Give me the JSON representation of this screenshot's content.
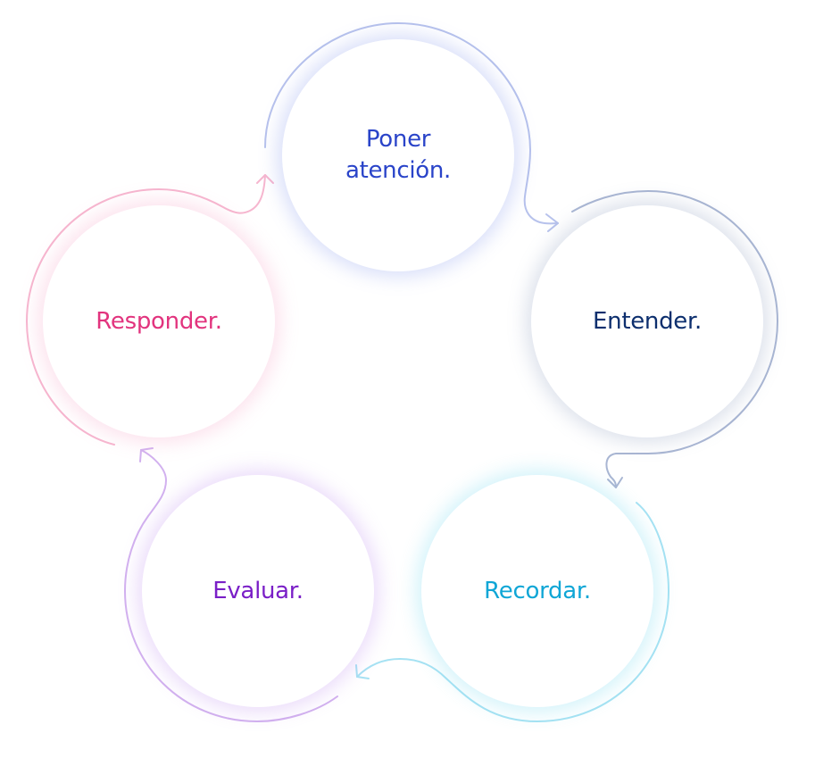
{
  "nodes": [
    {
      "id": "poner-atencion",
      "label": "Poner\natención.",
      "color": "#2a44c9",
      "ring": "#b7c2ec"
    },
    {
      "id": "entender",
      "label": "Entender.",
      "color": "#0d2f6e",
      "ring": "#a9b6d3"
    },
    {
      "id": "recordar",
      "label": "Recordar.",
      "color": "#0fa6d6",
      "ring": "#a6e2f3"
    },
    {
      "id": "evaluar",
      "label": "Evaluar.",
      "color": "#7a1fc7",
      "ring": "#d2b1ef"
    },
    {
      "id": "responder",
      "label": "Responder.",
      "color": "#e2347e",
      "ring": "#f6b6cf"
    }
  ],
  "cycle_direction": "clockwise"
}
